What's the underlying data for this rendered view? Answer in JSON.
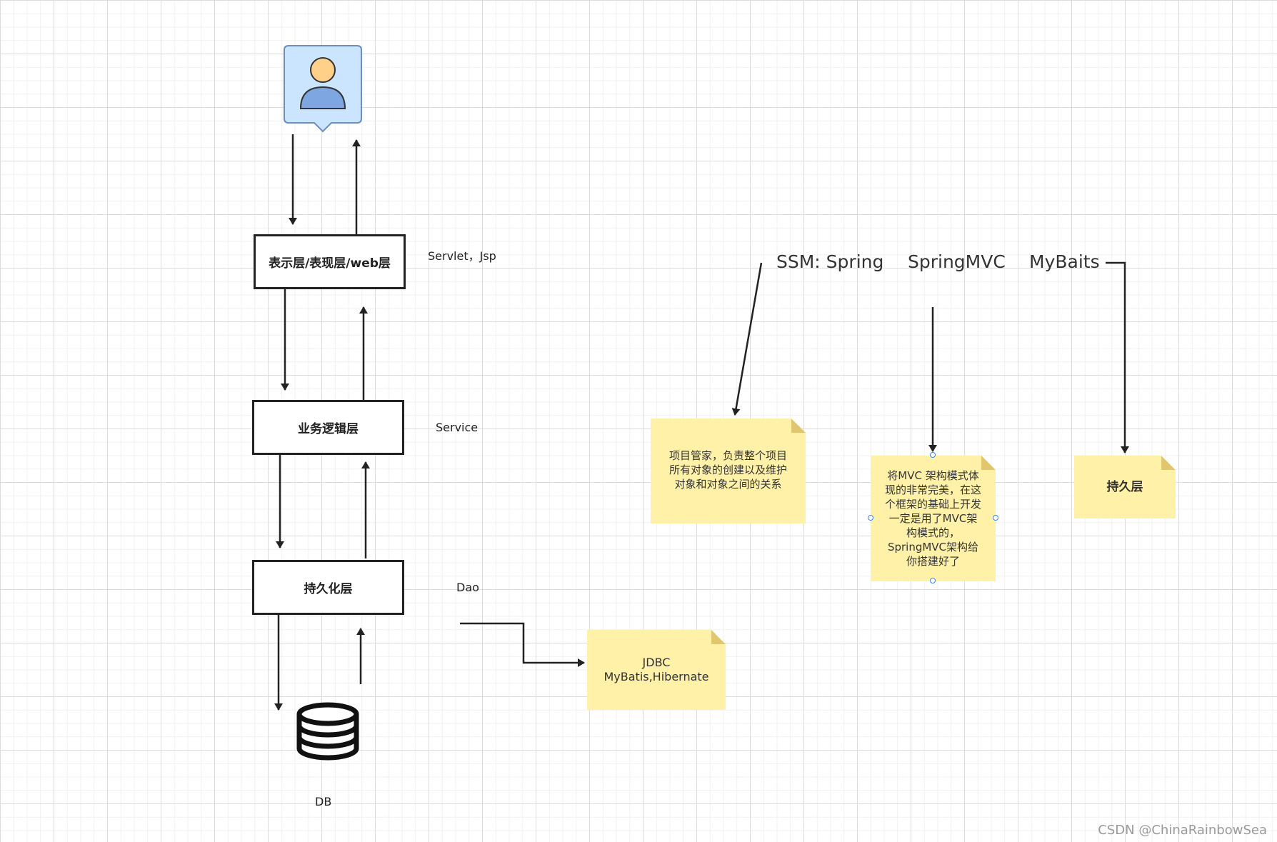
{
  "layers": {
    "presentation": "表示层/表现层/web层",
    "business": "业务逻辑层",
    "persistence": "持久化层"
  },
  "side_labels": {
    "presentation": "Servlet，Jsp",
    "business": "Service",
    "persistence": "Dao",
    "db": "DB"
  },
  "ssm": {
    "prefix": "SSM: Spring",
    "springmvc": "SpringMVC",
    "mybatis": "MyBaits"
  },
  "notes": {
    "spring": "项目管家，负责整个项目\n所有对象的创建以及维护\n对象和对象之间的关系",
    "springmvc": "将MVC 架构模式体\n现的非常完美，在这\n个框架的基础上开发\n一定是用了MVC架\n构模式的，\nSpringMVC架构给\n你搭建好了",
    "mybatis": "持久层",
    "jdbc": "JDBC\nMyBatis,Hibernate"
  },
  "icons": {
    "user": "user-avatar-icon",
    "database": "database-icon"
  },
  "colors": {
    "note_fill": "#fff2a8",
    "user_card_fill": "#cce5ff",
    "user_card_border": "#6c8ebf",
    "user_head": "#ffd08a",
    "user_body": "#7ea6e0",
    "selection_handle": "#3b82f6"
  },
  "watermark": "CSDN @ChinaRainbowSea"
}
